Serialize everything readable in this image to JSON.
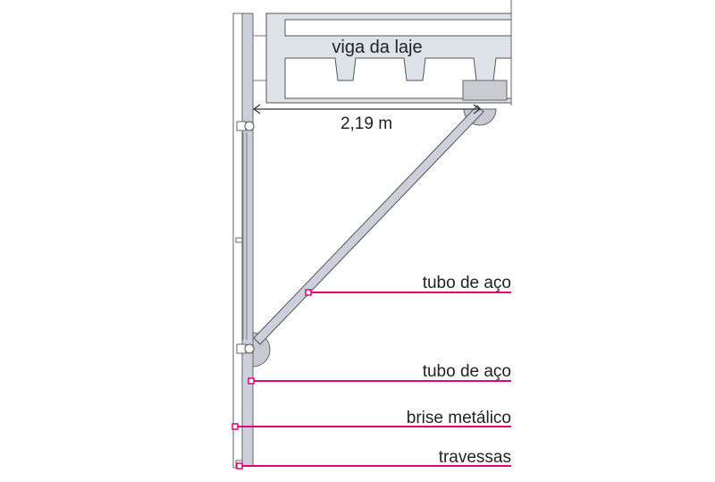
{
  "colors": {
    "callout": "#e6007e",
    "beam": "#dde3e8",
    "steel": "#cdd0db",
    "outline": "#555"
  },
  "beam_label": "viga da laje",
  "dimension_label": "2,19 m",
  "callouts": [
    {
      "label": "tubo de aço"
    },
    {
      "label": "tubo de aço"
    },
    {
      "label": "brise metálico"
    },
    {
      "label": "travessas"
    }
  ]
}
